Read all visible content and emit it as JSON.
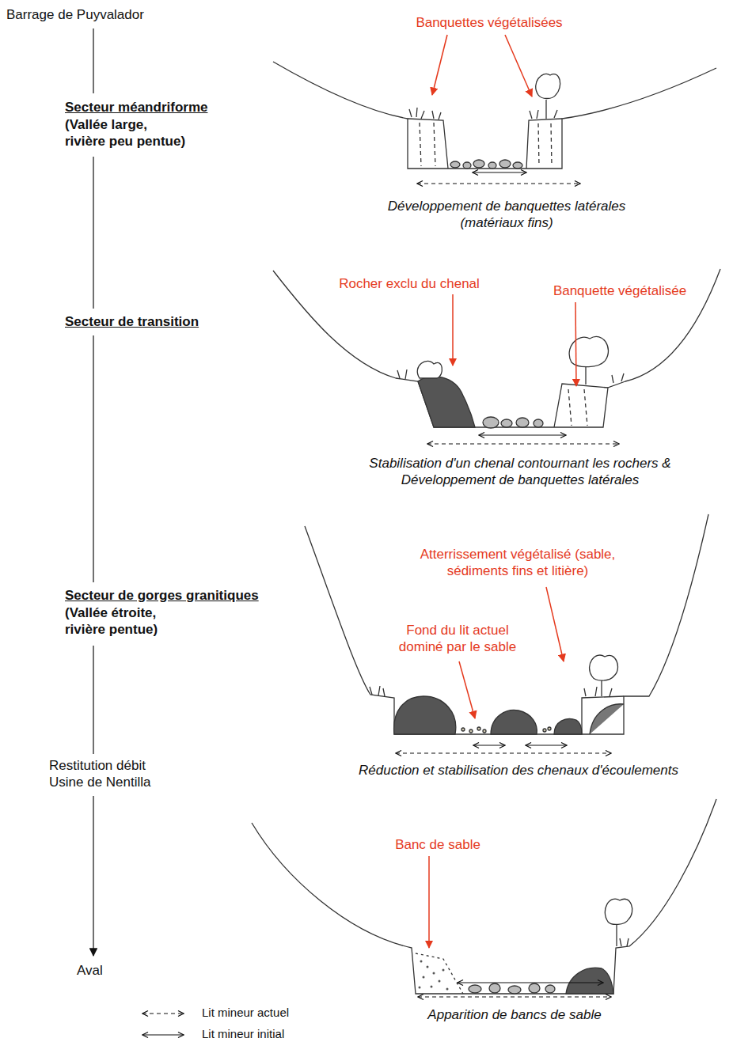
{
  "diagram": {
    "labels": [
      "Barrage de Puyvalador",
      "Secteur méandriforme",
      "(Vallée large, rivière peu pentue)",
      "Secteur de transition",
      "Secteur de gorges granitiques",
      "(Vallée étroite, rivière pentue)",
      "Restitution débit Usine de Nentilla",
      "Aval",
      "Banquettes végétalisées",
      "Développement de banquettes latérales (matériaux fins)",
      "Rocher exclu du chenal",
      "Banquette végétalisée",
      "Stabilisation d'un chenal contournant les rochers & Développement de banquettes latérales",
      "Atterrissement végétalisé (sable, sédiments fins et litière)",
      "Fond du lit actuel dominé par le sable",
      "Réduction et stabilisation des chenaux d'écoulements",
      "Banc de sable",
      "Apparition de bancs de sable"
    ],
    "legend": [
      {
        "text": "Lit mineur actuel"
      },
      {
        "text": "Lit mineur initial"
      }
    ]
  }
}
